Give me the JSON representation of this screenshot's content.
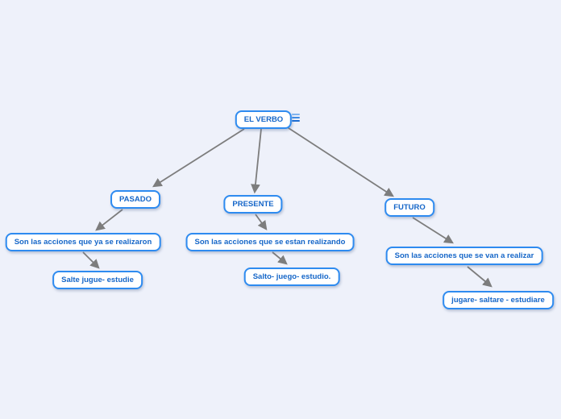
{
  "diagram": {
    "title": "EL VERBO",
    "type": "concept-map",
    "background_color": "#eef1fa",
    "node_border_color": "#2e8bf0",
    "node_text_color": "#1566c8",
    "node_fill_color": "#ffffff",
    "arrow_color": "#7d7d7d"
  },
  "nodes": {
    "el_verbo": {
      "label": "EL VERBO"
    },
    "pasado": {
      "label": "PASADO"
    },
    "presente": {
      "label": "PRESENTE"
    },
    "futuro": {
      "label": "FUTURO"
    },
    "pasado_def": {
      "label": "Son las acciones que ya se realizaron"
    },
    "presente_def": {
      "label": "Son las acciones que se estan realizando"
    },
    "futuro_def": {
      "label": "Son las acciones que se van a realizar"
    },
    "pasado_examples": {
      "label": "Salte jugue- estudie"
    },
    "presente_examples": {
      "label": "Salto- juego- estudio."
    },
    "futuro_examples": {
      "label": "jugare- saltare - estudiare"
    }
  },
  "icons": {
    "menu_icon": "list-menu-icon"
  },
  "edges": [
    {
      "from": "el_verbo",
      "to": "pasado"
    },
    {
      "from": "el_verbo",
      "to": "presente"
    },
    {
      "from": "el_verbo",
      "to": "futuro"
    },
    {
      "from": "pasado",
      "to": "pasado_def"
    },
    {
      "from": "pasado_def",
      "to": "pasado_examples"
    },
    {
      "from": "presente",
      "to": "presente_def"
    },
    {
      "from": "presente_def",
      "to": "presente_examples"
    },
    {
      "from": "futuro",
      "to": "futuro_def"
    },
    {
      "from": "futuro_def",
      "to": "futuro_examples"
    }
  ]
}
